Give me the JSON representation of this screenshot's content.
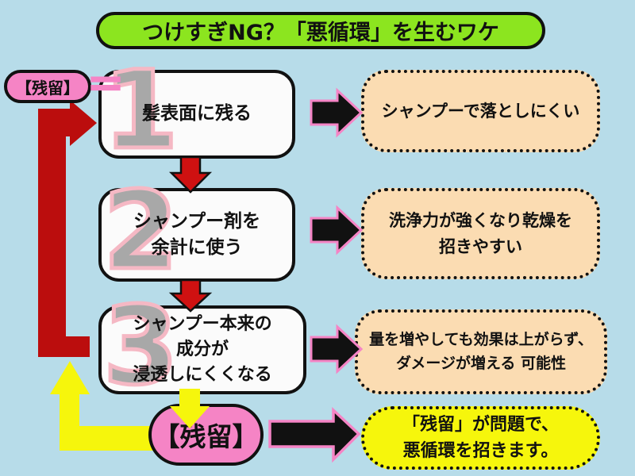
{
  "title": "つけすぎNG？「悪循環」を生むワケ",
  "residue_top": {
    "label": "【残留】",
    "equals": "＝"
  },
  "steps": [
    {
      "number": "1",
      "lines": [
        "髪表面に残る"
      ]
    },
    {
      "number": "2",
      "lines": [
        "シャンプー剤を",
        "余計に使う"
      ]
    },
    {
      "number": "3",
      "lines": [
        "シャンプー本来の",
        "成分が",
        "浸透しにくくなる"
      ]
    }
  ],
  "results": [
    {
      "lines": [
        "シャンプーで落としにくい"
      ]
    },
    {
      "lines": [
        "洗浄力が強くなり乾燥を",
        "招きやすい"
      ]
    },
    {
      "lines": [
        "量を増やしても効果は上がらず、",
        "ダメージが増える 可能性"
      ]
    }
  ],
  "residue_bottom": {
    "label": "【残留】"
  },
  "conclusion": {
    "lines": [
      "「残留」が問題で、",
      "悪循環を招きます。"
    ]
  },
  "colors": {
    "bg": "#b7dce9",
    "title-green": "#8ce51f",
    "pink": "#f584c5",
    "pink-light": "#f5b8c4",
    "red": "#cf1111",
    "red-dark": "#bb0d0d",
    "yellow": "#f6f60c",
    "peach": "#fbdcb2",
    "number-gray": "#a8a8a8",
    "box-white": "#fbfbfb",
    "ink": "#111111"
  }
}
